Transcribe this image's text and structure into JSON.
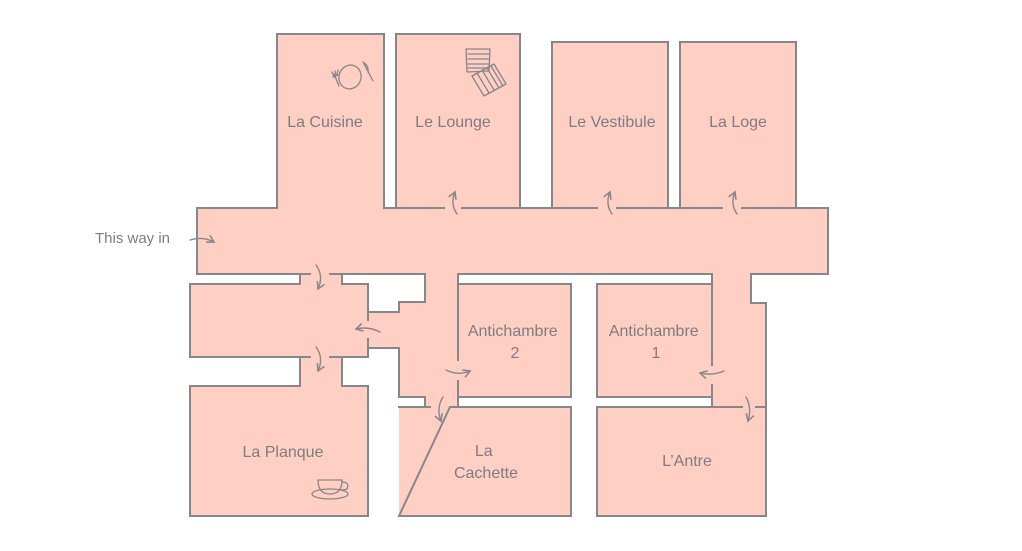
{
  "entry_label": "This way in",
  "rooms": {
    "cuisine": "La Cuisine",
    "lounge": "Le Lounge",
    "vestibule": "Le Vestibule",
    "loge": "La Loge",
    "antichambre2": {
      "line1": "Antichambre",
      "line2": "2"
    },
    "antichambre1": {
      "line1": "Antichambre",
      "line2": "1"
    },
    "planque": "La Planque",
    "cachette": {
      "line1": "La",
      "line2": "Cachette"
    },
    "antre": "L’Antre"
  },
  "colors": {
    "room_fill": "#ffcfc4",
    "wall": "#86878b",
    "text": "#7c7d82"
  }
}
